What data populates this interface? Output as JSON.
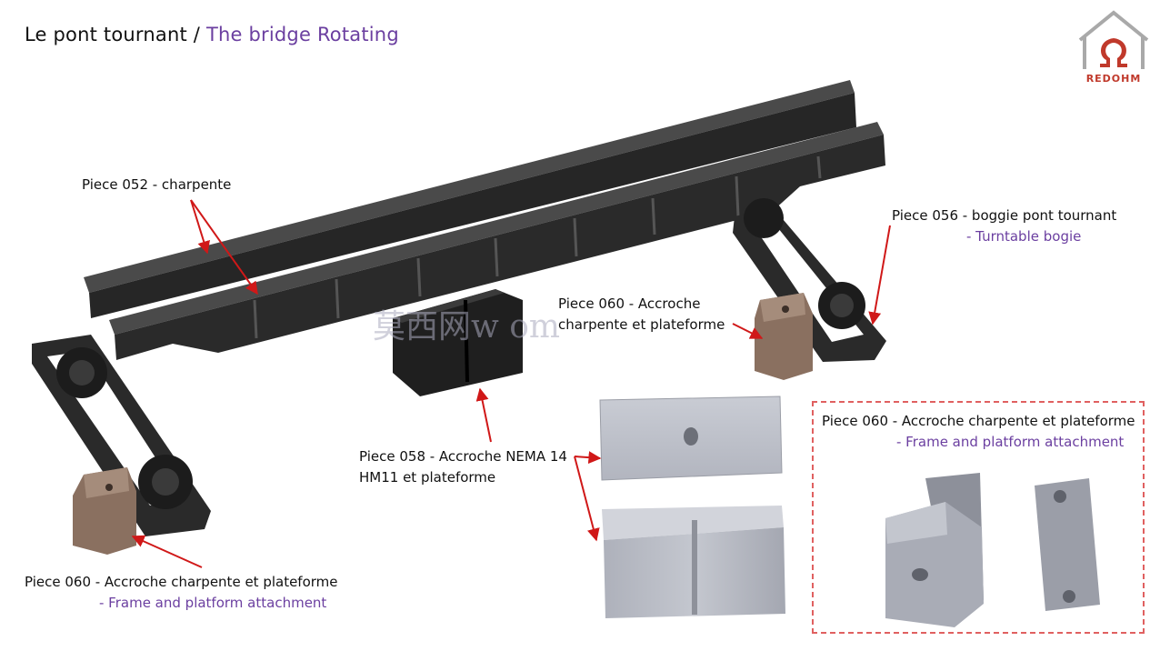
{
  "title": {
    "french": "Le pont tournant /",
    "english": "The bridge Rotating"
  },
  "logo": {
    "text": "REDOHM",
    "color": "#c0392b",
    "icon": "omega-house-icon"
  },
  "watermark": "莫西网w               om",
  "labels": {
    "piece052": {
      "line1": "Piece 052 - charpente"
    },
    "piece056": {
      "line1": "Piece 056 - boggie pont tournant",
      "line2": "- Turntable bogie"
    },
    "piece060_top": {
      "line1": "Piece 060 - Accroche",
      "line2": "charpente  et plateforme"
    },
    "piece058": {
      "line1": "Piece 058 - Accroche NEMA 14",
      "line2": "HM11 et plateforme"
    },
    "piece060_box": {
      "line1": "Piece 060 - Accroche charpente et plateforme",
      "line2": "- Frame and platform attachment"
    },
    "piece060_bottom": {
      "line1": "Piece 060 - Accroche charpente  et plateforme",
      "line2": "- Frame and platform attachment"
    }
  },
  "colors": {
    "arrow": "#d01818",
    "accent_purple": "#6b3fa0",
    "beam": "#2b2b2b",
    "brown_part": "#8a7060",
    "grey_part": "#b9bcc6"
  }
}
